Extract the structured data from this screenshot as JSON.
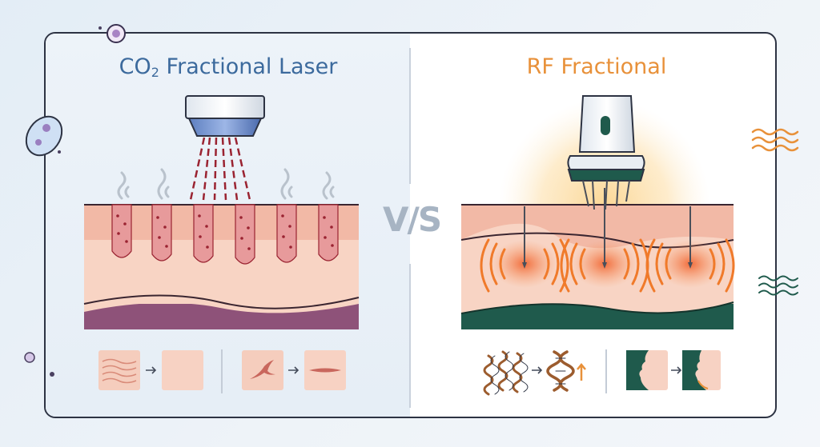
{
  "left": {
    "title_main": "CO",
    "title_sub": "2",
    "title_rest": " Fractional Laser",
    "color": "#3c6a9d"
  },
  "right": {
    "title": "RF Fractional",
    "color": "#e8913a"
  },
  "vs_label": "V/S",
  "colors": {
    "skin_top": "#f2b9a6",
    "skin_body": "#f8d4c4",
    "laser_base": "#8e5279",
    "rf_base": "#1f5a4c",
    "laser_ray": "#9a2331",
    "heat": "#f07a2a"
  },
  "icons": [
    "bacteria-icon",
    "wrinkle-lines-icon",
    "smooth-skin-icon",
    "scar-icon",
    "smoothed-scar-icon",
    "collagen-fibers-icon",
    "increased-collagen-icon",
    "face-profile-icon",
    "lifted-face-profile-icon",
    "wave-lines-icon"
  ]
}
